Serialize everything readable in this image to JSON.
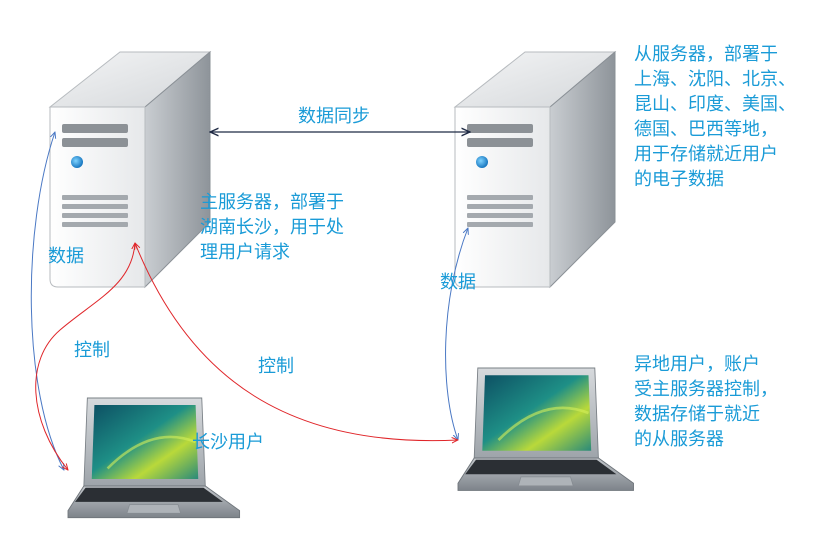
{
  "labels": {
    "sync": "数据同步",
    "main_server": [
      "主服务器，部署于",
      "湖南长沙，用于处",
      "理用户请求"
    ],
    "slave_server": [
      "从服务器，部署于",
      "上海、沈阳、北京、",
      "昆山、印度、美国、",
      "德国、巴西等地，",
      "用于存储就近用户",
      "的电子数据"
    ],
    "data_left": "数据",
    "data_right": "数据",
    "control_left": "控制",
    "control_mid": "控制",
    "cs_user": "长沙用户",
    "remote_user": [
      "异地用户，账户",
      "受主服务器控制，",
      "数据存储于就近",
      "的从服务器"
    ]
  },
  "colors": {
    "text": "#1a9bd7",
    "data_arrow": "#4a78c4",
    "control_arrow": "#e0262a",
    "sync_arrow": "#1f2a44"
  },
  "icons": [
    "server-icon",
    "laptop-icon"
  ]
}
